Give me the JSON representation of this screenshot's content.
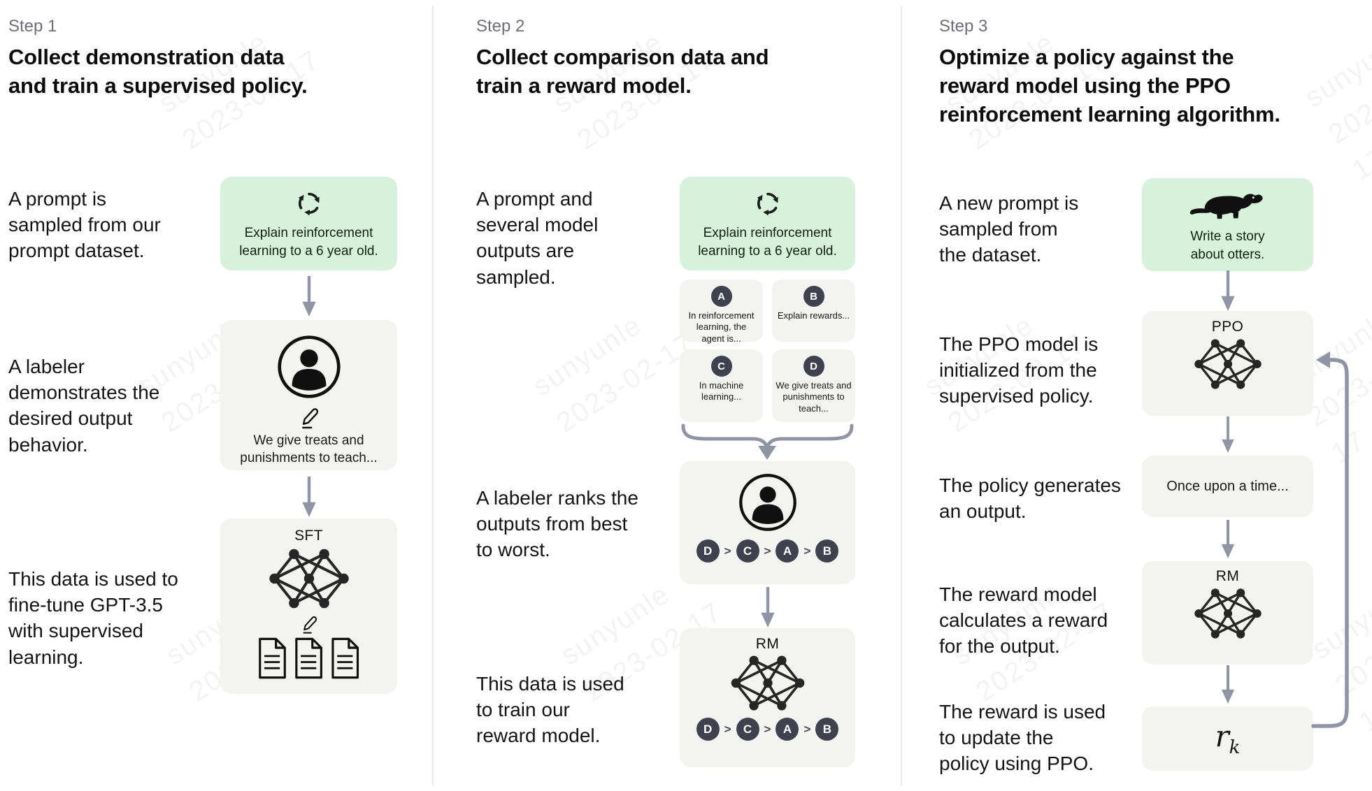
{
  "watermark": {
    "lines": [
      "sunyunle",
      "2023-02-17"
    ]
  },
  "colors": {
    "green_box": "#d7f2db",
    "gray_box": "#f3f3f0",
    "badge": "#40414f",
    "arrow": "#9095a5",
    "divider": "#e9e9e9"
  },
  "icons": {
    "prompt_sampling": "cycle-icon",
    "labeler": "person-icon",
    "write": "pencil-icon",
    "model": "neural-network-icon",
    "documents": "documents-icon",
    "otter": "otter-icon"
  },
  "step1": {
    "label": "Step 1",
    "title": [
      "Collect demonstration data",
      "and train a supervised policy."
    ],
    "captions": [
      [
        "A prompt is",
        "sampled from our",
        "prompt dataset."
      ],
      [
        "A labeler",
        "demonstrates the",
        "desired output",
        "behavior."
      ],
      [
        "This data is used to",
        "fine-tune GPT-3.5",
        "with supervised",
        "learning."
      ]
    ],
    "prompt_box": {
      "text": [
        "Explain reinforcement",
        "learning to a 6 year old."
      ]
    },
    "labeler_box": {
      "text": [
        "We give treats and",
        "punishments to teach..."
      ]
    },
    "sft_box": {
      "label": "SFT"
    }
  },
  "step2": {
    "label": "Step 2",
    "title": [
      "Collect comparison data and",
      "train a reward model."
    ],
    "captions": [
      [
        "A prompt and",
        "several model",
        "outputs are",
        "sampled."
      ],
      [
        "A labeler ranks the",
        "outputs from best",
        "to worst."
      ],
      [
        "This data is used",
        "to train our",
        "reward model."
      ]
    ],
    "prompt_box": {
      "text": [
        "Explain reinforcement",
        "learning to a 6 year old."
      ]
    },
    "outputs": [
      {
        "letter": "A",
        "lines": [
          "In reinforcement",
          "learning, the",
          "agent is..."
        ]
      },
      {
        "letter": "B",
        "lines": [
          "Explain rewards..."
        ]
      },
      {
        "letter": "C",
        "lines": [
          "In machine",
          "learning..."
        ]
      },
      {
        "letter": "D",
        "lines": [
          "We give treats and",
          "punishments to",
          "teach..."
        ]
      }
    ],
    "ranking": {
      "order": [
        "D",
        "C",
        "A",
        "B"
      ],
      "separator": ">"
    },
    "rm_box": {
      "label": "RM"
    }
  },
  "step3": {
    "label": "Step 3",
    "title": [
      "Optimize a policy against the",
      "reward model using the PPO",
      "reinforcement learning algorithm."
    ],
    "captions": [
      [
        "A new prompt is",
        "sampled from",
        "the dataset."
      ],
      [
        "The PPO model is",
        "initialized from the",
        "supervised policy."
      ],
      [
        "The policy generates",
        "an output."
      ],
      [
        "The reward model",
        "calculates a reward",
        "for the output."
      ],
      [
        "The reward is used",
        "to update the",
        "policy using PPO."
      ]
    ],
    "prompt_box": {
      "text": [
        "Write a story",
        "about otters."
      ]
    },
    "ppo_box": {
      "label": "PPO"
    },
    "output_box": {
      "text": "Once upon a time..."
    },
    "rm_box": {
      "label": "RM"
    },
    "reward_box": {
      "base": "r",
      "subscript": "k"
    }
  }
}
